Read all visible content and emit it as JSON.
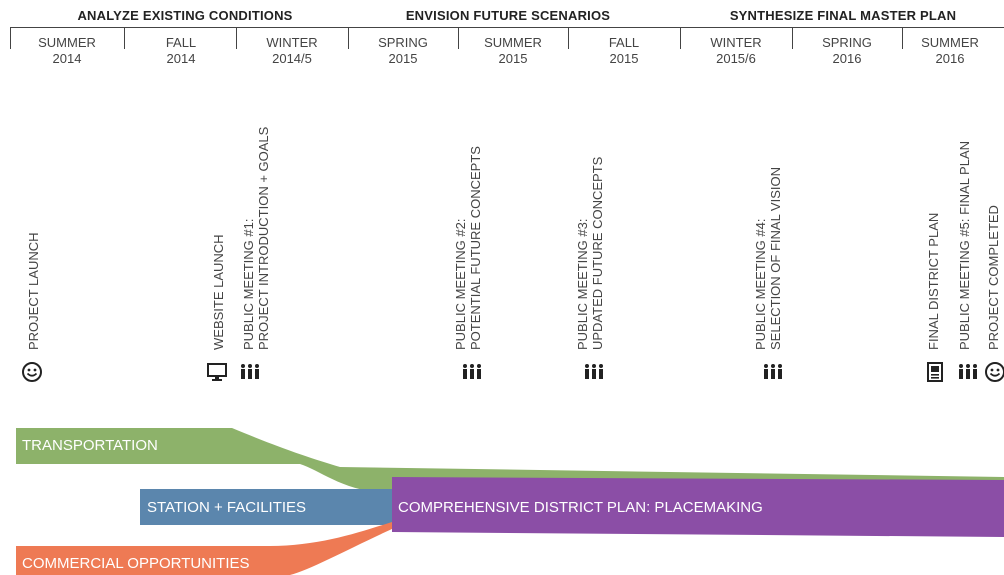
{
  "phases": [
    {
      "label": "ANALYZE EXISTING CONDITIONS"
    },
    {
      "label": "ENVISION FUTURE SCENARIOS"
    },
    {
      "label": "SYNTHESIZE FINAL MASTER PLAN"
    }
  ],
  "seasons": [
    {
      "l1": "SUMMER",
      "l2": "2014"
    },
    {
      "l1": "FALL",
      "l2": "2014"
    },
    {
      "l1": "WINTER",
      "l2": "2014/5"
    },
    {
      "l1": "SPRING",
      "l2": "2015"
    },
    {
      "l1": "SUMMER",
      "l2": "2015"
    },
    {
      "l1": "FALL",
      "l2": "2015"
    },
    {
      "l1": "WINTER",
      "l2": "2015/6"
    },
    {
      "l1": "SPRING",
      "l2": "2016"
    },
    {
      "l1": "SUMMER",
      "l2": "2016"
    }
  ],
  "events": [
    {
      "l1": "PROJECT LAUNCH",
      "l2": ""
    },
    {
      "l1": "WEBSITE LAUNCH",
      "l2": ""
    },
    {
      "l1": "PUBLIC MEETING #1:",
      "l2": "PROJECT INTRODUCTION + GOALS"
    },
    {
      "l1": "PUBLIC MEETING #2:",
      "l2": "POTENTIAL FUTURE CONCEPTS"
    },
    {
      "l1": "PUBLIC MEETING #3:",
      "l2": "UPDATED FUTURE CONCEPTS"
    },
    {
      "l1": "PUBLIC MEETING #4:",
      "l2": "SELECTION OF FINAL VISION"
    },
    {
      "l1": "FINAL DISTRICT PLAN",
      "l2": ""
    },
    {
      "l1": "PUBLIC MEETING #5: FINAL PLAN",
      "l2": ""
    },
    {
      "l1": "PROJECT COMPLETED",
      "l2": ""
    }
  ],
  "icons": [
    "smiley-icon",
    "monitor-icon",
    "meeting-icon",
    "meeting-icon",
    "meeting-icon",
    "meeting-icon",
    "document-icon",
    "meeting-icon",
    "smiley-icon"
  ],
  "flows": {
    "transportation": {
      "label": "TRANSPORTATION",
      "color": "#8db26a"
    },
    "station": {
      "label": "STATION + FACILITIES",
      "color": "#5b86ad"
    },
    "commercial": {
      "label": "COMMERCIAL OPPORTUNITIES",
      "color": "#ee7a54"
    },
    "comprehensive": {
      "label": "COMPREHENSIVE DISTRICT PLAN: PLACEMAKING",
      "color": "#8b4ea6"
    }
  }
}
